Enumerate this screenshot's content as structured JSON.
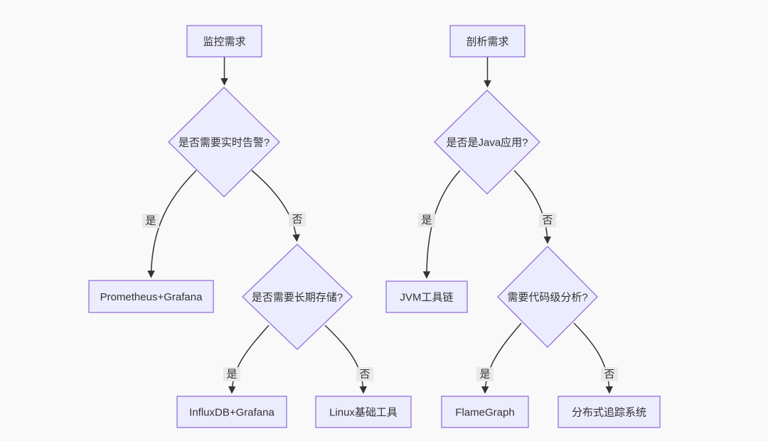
{
  "diagram": {
    "type": "flowchart-decision-tree",
    "colors": {
      "background": "#f9f9f9",
      "node_fill": "#ececff",
      "node_stroke": "#9370db",
      "edge_stroke": "#333333",
      "edge_label_bg": "#e8e8e8",
      "text": "#333333"
    },
    "nodes": {
      "monitor_root": {
        "label": "监控需求",
        "type": "process"
      },
      "monitor_q_realtime": {
        "label": "是否需要实时告警?",
        "type": "decision"
      },
      "prometheus_grafana": {
        "label": "Prometheus+Grafana",
        "type": "process"
      },
      "monitor_q_storage": {
        "label": "是否需要长期存储?",
        "type": "decision"
      },
      "influxdb_grafana": {
        "label": "InfluxDB+Grafana",
        "type": "process"
      },
      "linux_tools": {
        "label": "Linux基础工具",
        "type": "process"
      },
      "profile_root": {
        "label": "剖析需求",
        "type": "process"
      },
      "profile_q_java": {
        "label": "是否是Java应用?",
        "type": "decision"
      },
      "jvm_toolchain": {
        "label": "JVM工具链",
        "type": "process"
      },
      "profile_q_codelevel": {
        "label": "需要代码级分析?",
        "type": "decision"
      },
      "flamegraph": {
        "label": "FlameGraph",
        "type": "process"
      },
      "distributed_tracing": {
        "label": "分布式追踪系统",
        "type": "process"
      }
    },
    "edges": [
      {
        "from": "monitor_root",
        "to": "monitor_q_realtime",
        "label": ""
      },
      {
        "from": "monitor_q_realtime",
        "to": "prometheus_grafana",
        "label": "是"
      },
      {
        "from": "monitor_q_realtime",
        "to": "monitor_q_storage",
        "label": "否"
      },
      {
        "from": "monitor_q_storage",
        "to": "influxdb_grafana",
        "label": "是"
      },
      {
        "from": "monitor_q_storage",
        "to": "linux_tools",
        "label": "否"
      },
      {
        "from": "profile_root",
        "to": "profile_q_java",
        "label": ""
      },
      {
        "from": "profile_q_java",
        "to": "jvm_toolchain",
        "label": "是"
      },
      {
        "from": "profile_q_java",
        "to": "profile_q_codelevel",
        "label": "否"
      },
      {
        "from": "profile_q_codelevel",
        "to": "flamegraph",
        "label": "是"
      },
      {
        "from": "profile_q_codelevel",
        "to": "distributed_tracing",
        "label": "否"
      }
    ]
  }
}
